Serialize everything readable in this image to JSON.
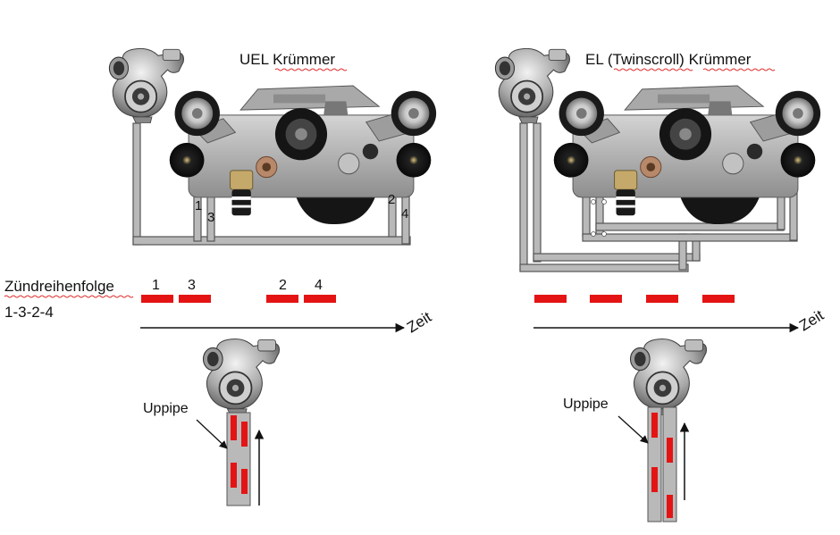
{
  "left": {
    "title_prefix": "UEL ",
    "title_word": "Krümmer",
    "cyl_labels": {
      "c1": "1",
      "c3": "3",
      "c2": "2",
      "c4": "4"
    },
    "firing_label": "Zündreihenfolge",
    "firing_order": "1-3-2-4",
    "pulse_labels": [
      "1",
      "3",
      "2",
      "4"
    ],
    "time_label": "Zeit",
    "uppipe_label": "Uppipe"
  },
  "right": {
    "title_prefix": "EL (",
    "title_word1": "Twinscroll",
    "title_mid": ") ",
    "title_word2": "Krümmer",
    "time_label": "Zeit",
    "uppipe_label": "Uppipe"
  },
  "colors": {
    "pipe_fill": "#b9b9b9",
    "pipe_stroke": "#555555",
    "pulse": "#e41414",
    "arrow": "#111111"
  },
  "icons": [
    "turbocharger-icon",
    "engine-icon"
  ]
}
